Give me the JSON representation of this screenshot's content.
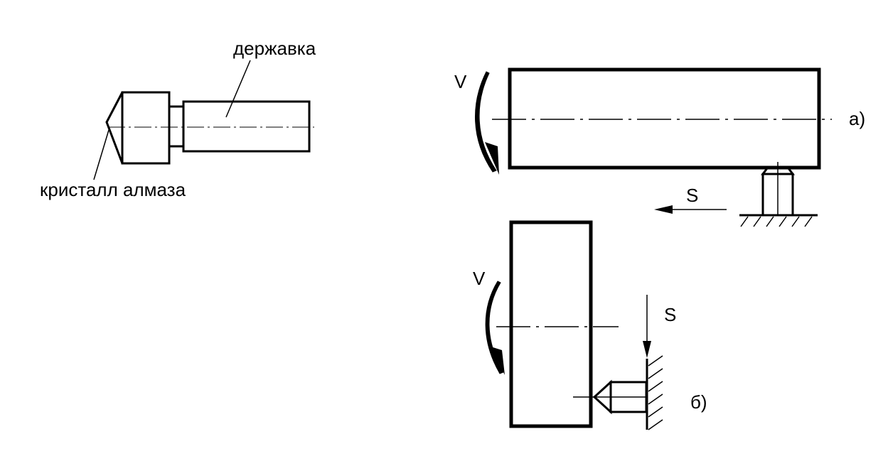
{
  "labels": {
    "holder": "державка",
    "diamond_crystal": "кристалл алмаза",
    "speed_top": "V",
    "feed_top": "S",
    "variant_a": "а)",
    "speed_bottom": "V",
    "feed_bottom": "S",
    "variant_b": "б)"
  },
  "colors": {
    "line": "#000000",
    "background": "#ffffff"
  }
}
